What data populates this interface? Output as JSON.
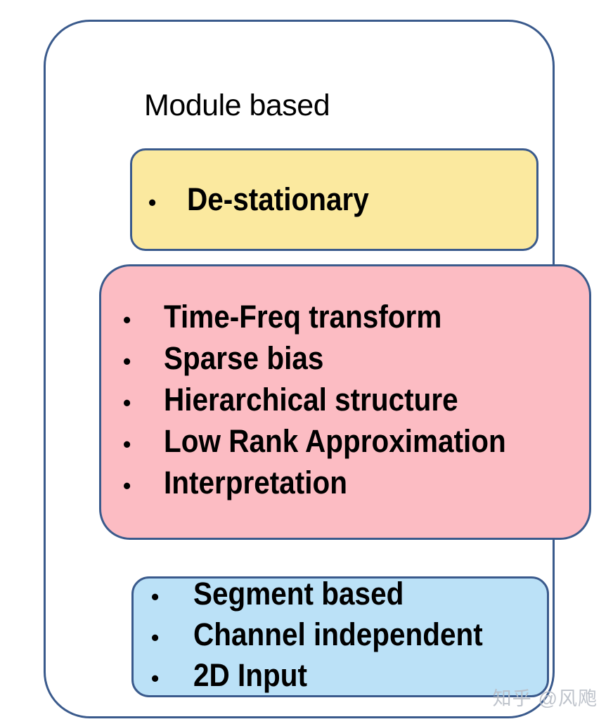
{
  "diagram": {
    "title": "Module based",
    "outer_border_color": "#3a5a8c",
    "groups": [
      {
        "id": "de-stationary",
        "color": "#fbe99f",
        "border_color": "#3a5a8c",
        "items": [
          {
            "bullet": "•",
            "label": "De-stationary"
          }
        ]
      },
      {
        "id": "module-designs",
        "color": "#fcbcc3",
        "border_color": "#3a5a8c",
        "items": [
          {
            "bullet": "•",
            "label": "Time-Freq transform"
          },
          {
            "bullet": "•",
            "label": "Sparse bias"
          },
          {
            "bullet": "•",
            "label": "Hierarchical structure"
          },
          {
            "bullet": "•",
            "label": "Low Rank Approximation"
          },
          {
            "bullet": "•",
            "label": "Interpretation"
          }
        ]
      },
      {
        "id": "input-designs",
        "color": "#bbe1f7",
        "border_color": "#3a5a8c",
        "items": [
          {
            "bullet": "•",
            "label": "Segment based"
          },
          {
            "bullet": "•",
            "label": "Channel independent"
          },
          {
            "bullet": "•",
            "label": "2D Input"
          }
        ]
      }
    ]
  },
  "watermark": {
    "logo": "知乎",
    "handle": "@风飑"
  }
}
